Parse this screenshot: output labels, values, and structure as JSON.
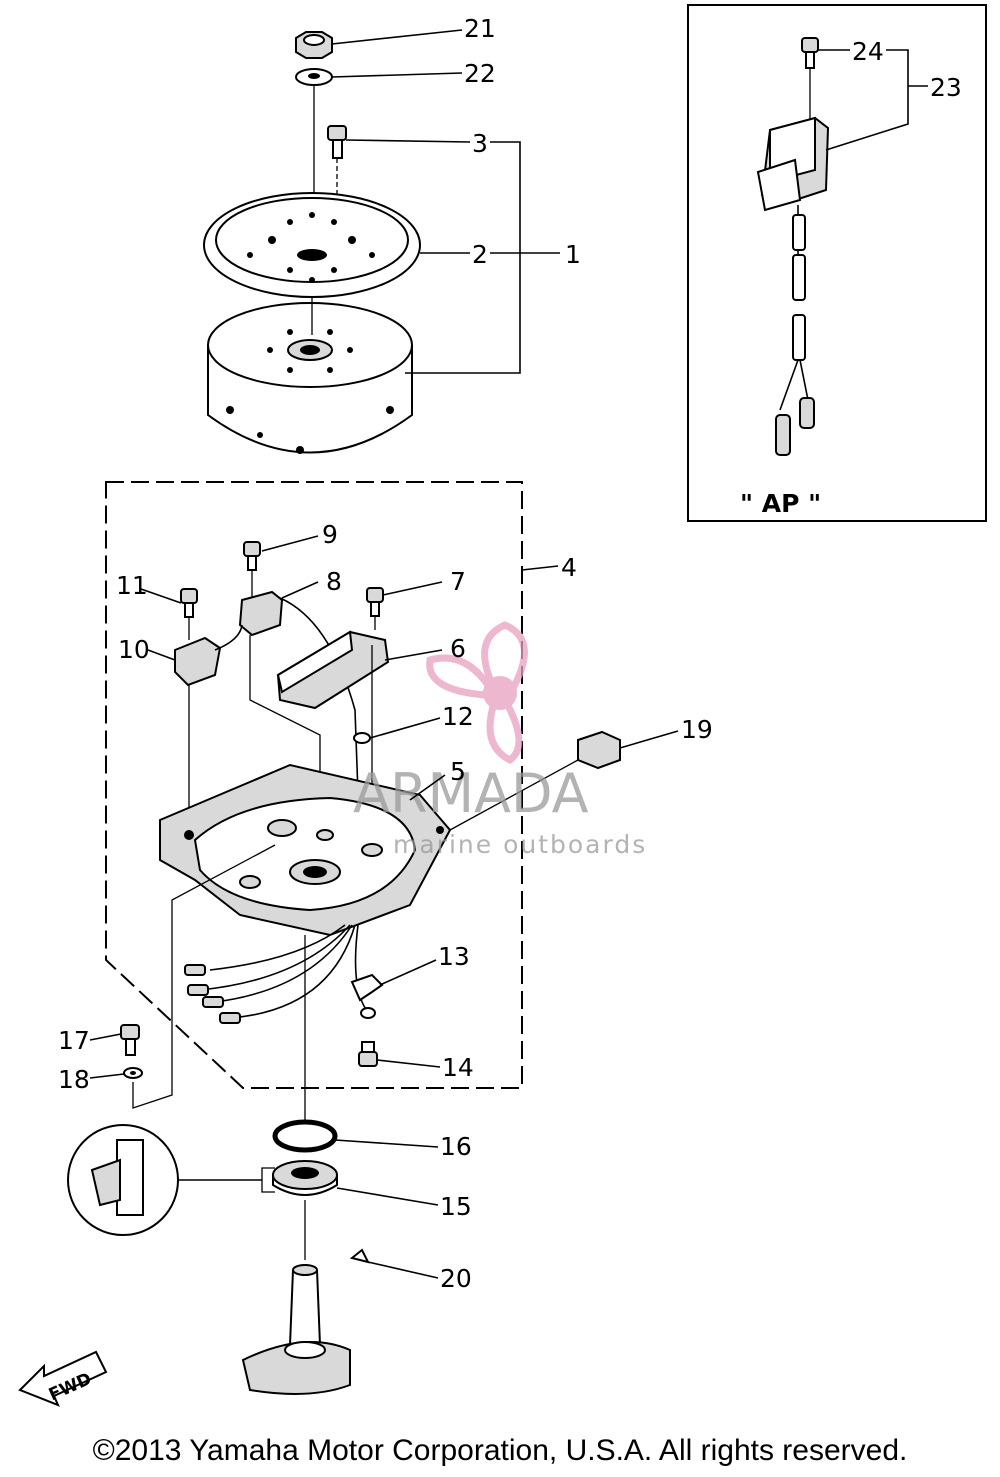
{
  "callouts": [
    "1",
    "2",
    "3",
    "4",
    "5",
    "6",
    "7",
    "8",
    "9",
    "10",
    "11",
    "12",
    "13",
    "14",
    "15",
    "16",
    "17",
    "18",
    "19",
    "20",
    "21",
    "22",
    "23",
    "24"
  ],
  "inset_label": "\" AP \"",
  "fwd_arrow_label": "FWD",
  "watermark": {
    "brand": "ARMADA",
    "tagline": "marine outboards",
    "accent": "#e8a0c0"
  },
  "copyright": "©2013 Yamaha Motor Corporation, U.S.A. All rights reserved."
}
